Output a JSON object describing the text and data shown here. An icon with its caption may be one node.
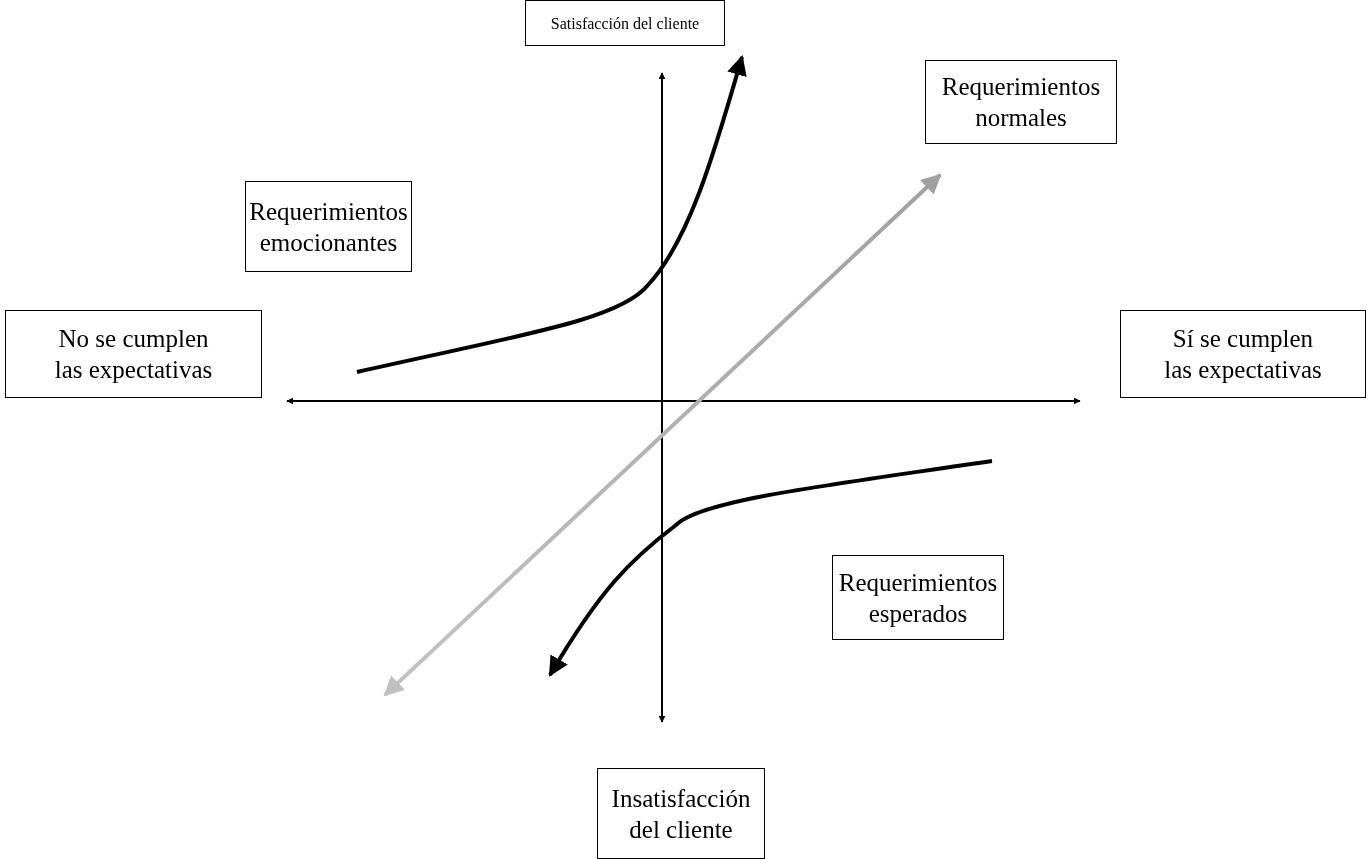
{
  "diagram": {
    "nodes": [
      {
        "text": [
          "Satisfacción del cliente"
        ]
      },
      {
        "text": [
          "Requerimientos normales"
        ]
      },
      {
        "text": [
          "Requerimientos emocionantes"
        ]
      },
      {
        "text": [
          "No se cumplen las expectativas"
        ]
      },
      {
        "text": [
          "Sí se cumplen las expectativas"
        ]
      },
      {
        "text": [
          "Requerimientos esperados"
        ]
      },
      {
        "text": [
          "Insatisfacción del cliente"
        ]
      }
    ]
  }
}
